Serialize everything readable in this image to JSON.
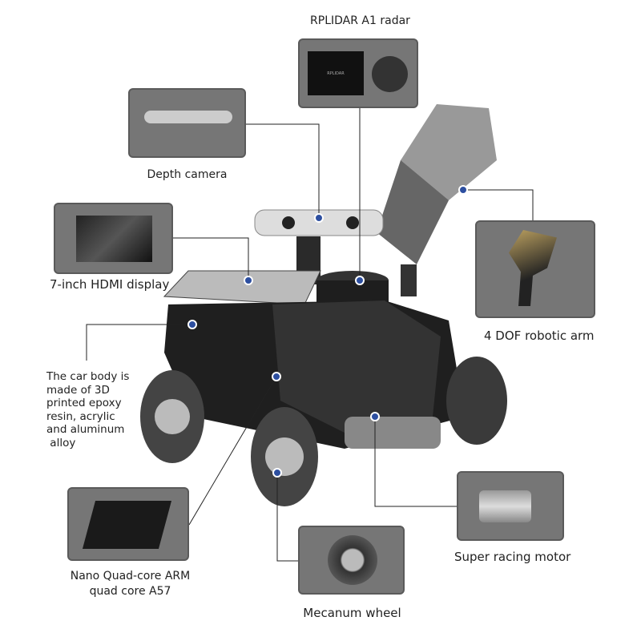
{
  "labels": {
    "lidar": "RPLIDAR A1 radar",
    "camera": "Depth camera",
    "display": "7-inch HDMI display",
    "arm": "4 DOF robotic arm",
    "body": [
      "The car body is",
      "made of 3D",
      "printed epoxy",
      "resin, acrylic",
      "and aluminum",
      " alloy"
    ],
    "nano": [
      "Nano Quad-core ARM",
      "quad core A57"
    ],
    "wheel": "Mecanum wheel",
    "motor": "Super racing motor",
    "lidar_box_text": "RPLIDAR"
  }
}
